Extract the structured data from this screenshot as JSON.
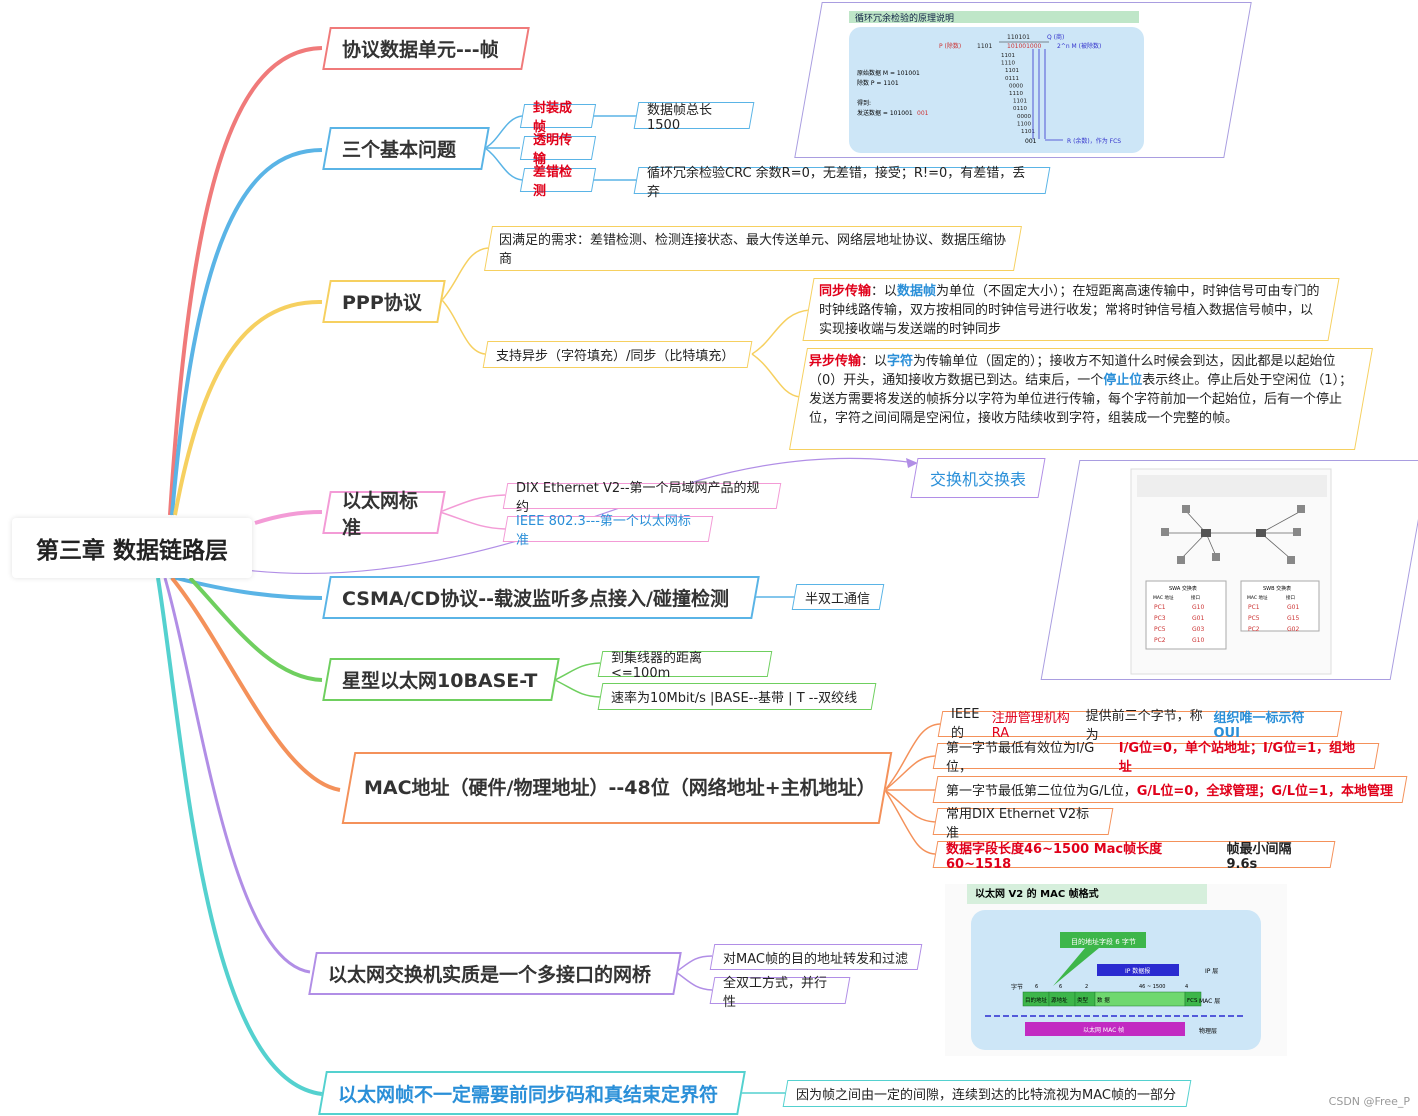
{
  "root": {
    "label": "第三章 数据链路层"
  },
  "topics": {
    "t1": {
      "label": "协议数据单元---帧"
    },
    "t2": {
      "label": "三个基本问题",
      "s1": "封装成帧",
      "s1_note": "数据帧总长1500",
      "s2": "透明传输",
      "s3": "差错检测",
      "s3_note": "循环冗余检验CRC  余数R=0，无差错，接受；R!=0，有差错，丢弃"
    },
    "t3": {
      "label": "PPP协议",
      "n1": "因满足的需求：差错检测、检测连接状态、最大传送单元、网络层地址协议、数据压缩协商",
      "n2": "支持异步（字符填充）/同步（比特填充）",
      "sync": {
        "head": "同步传输",
        "p1": "：以",
        "p2": "数据帧",
        "p3": "为单位（不固定大小）；在短距离高速传输中，时钟信号可由专门的时钟线路传输，双方按相同的时钟信号进行收发；常将时钟信号植入数据信号帧中，以实现接收端与发送端的时钟同步"
      },
      "async": {
        "head": "异步传输",
        "p1": "：以",
        "p2": "字符",
        "p3": "为传输单位（固定的）；接收方不知道什么时候会到达，因此都是以起始位（0）开头，通知接收方数据已到达。结束后，一个",
        "p4": "停止位",
        "p5": "表示终止。停止后处于空闲位（1）；发送方需要将发送的帧拆分以字符为单位进行传输，每个字符前加一个起始位，后有一个停止位，字符之间间隔是空闲位，接收方陆续收到字符，组装成一个完整的帧。"
      }
    },
    "t4": {
      "label": "以太网标准",
      "s1": "DIX Ethernet V2--第一个局域网产品的规约",
      "s2": "IEEE 802.3---第一个以太网标准",
      "link": "交换机交换表"
    },
    "t5": {
      "label": "CSMA/CD协议--载波监听多点接入/碰撞检测",
      "s1": "半双工通信"
    },
    "t6": {
      "label": "星型以太网10BASE-T",
      "s1": "到集线器的距离<=100m",
      "s2": "速率为10Mbit/s |BASE--基带 | T --双绞线"
    },
    "t7": {
      "label": "MAC地址（硬件/物理地址）--48位（网络地址+主机地址）",
      "s1": {
        "a": "IEEE的",
        "b": "注册管理机构RA",
        "c": "提供前三个字节，称为",
        "d": "组织唯一标示符OUI"
      },
      "s2": {
        "a": "第一字节最低有效位为I/G位，",
        "b": "I/G位=0，单个站地址；I/G位=1，组地址"
      },
      "s3": {
        "a": "第一字节最低第二位位为G/L位，",
        "b": "G/L位=0，全球管理；G/L位=1，本地管理"
      },
      "s4": "常用DIX Ethernet V2标准",
      "s5": {
        "a": "数据字段长度46~1500  Mac帧长度60~1518",
        "b": "  帧最小间隔9.6s"
      }
    },
    "t8": {
      "label": "以太网交换机实质是一个多接口的网桥",
      "s1": "对MAC帧的目的地址转发和过滤",
      "s2": "全双工方式，并行性"
    },
    "t9": {
      "label": "以太网帧不一定需要前同步码和真结束定界符",
      "s1": "因为帧之间由一定的间隙，连续到达的比特流视为MAC帧的一部分"
    }
  },
  "crc_image": {
    "title": "循环冗余检验的原理说明",
    "q": "Q (商)",
    "dividend_label": "2^n M (被除数)",
    "divisor_label": "P (除数)",
    "divisor": "1101",
    "quotient": "110101",
    "dividend": "101001000",
    "remainder": "001",
    "remainder_label": "R (余数)，作为 FCS",
    "steps": [
      "1101",
      "1110",
      "1101",
      "0111",
      "0000",
      "1110",
      "1101",
      "0110",
      "0000",
      "1100",
      "1101"
    ],
    "info1": "原始数据 M = 101001",
    "info2": "除数 P = 1101",
    "info3": "得到:",
    "info4a": "发送数据 = 101001",
    "info4b": "001"
  },
  "switch_image": {
    "table1_title": "SWA 交换表",
    "table2_title": "SWB 交换表",
    "col_mac": "MAC 地址",
    "col_port": "接口",
    "table1": [
      [
        "PC1",
        "G10"
      ],
      [
        "PC3",
        "G01"
      ],
      [
        "PC5",
        "G03"
      ],
      [
        "PC2",
        "G10"
      ]
    ],
    "table2": [
      [
        "PC1",
        "G01"
      ],
      [
        "PC5",
        "G15"
      ],
      [
        "PC2",
        "G02"
      ]
    ]
  },
  "frame_image": {
    "title": "以太网 V2 的 MAC 帧格式",
    "callout": "目的地址字段 6 字节",
    "ip_datagram": "IP 数据报",
    "ip_layer": "IP 层",
    "mac_layer": "MAC 层",
    "phys_layer": "物理层",
    "byte_label": "字节",
    "sizes": [
      "6",
      "6",
      "2",
      "46 ~ 1500",
      "4"
    ],
    "fields": [
      "目的地址",
      "源地址",
      "类型",
      "数  据",
      "FCS"
    ],
    "mac_frame": "以太网 MAC 帧"
  },
  "watermark": "CSDN @Free_P",
  "colors": {
    "red": "#f07a7a",
    "blue": "#5ab4e6",
    "yellow": "#f6d060",
    "pink": "#f39bd6",
    "green": "#6fcf5f",
    "orange": "#f4915a",
    "purple": "#b18ee6",
    "teal": "#54d1cf",
    "image_border": "#a99de0"
  }
}
